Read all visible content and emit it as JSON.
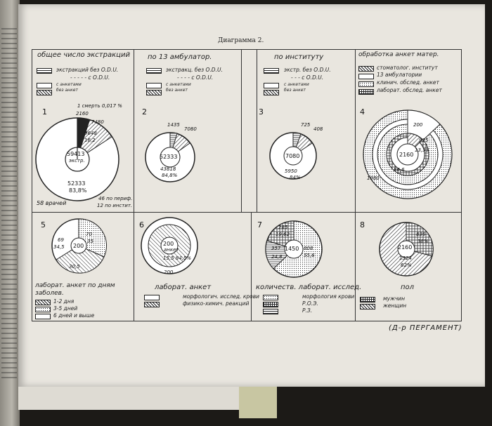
{
  "diagram_title": "Диаграмма 2.",
  "credit": "(Д-р ПЕРГАМЕНТ)",
  "panels_top": [
    {
      "title": "общее число экстракций",
      "legend": [
        "экстракций без О.D.U.",
        "- - - - - с О.D.U.",
        "с анкетами",
        "без анкет"
      ]
    },
    {
      "title": "по 13 амбулатор.",
      "legend": [
        "экстракц. без О.D.U.",
        "- - - - с О.D.U.",
        "с анкетами",
        "без анкет"
      ]
    },
    {
      "title": "по институту",
      "legend": [
        "экстр. без О.D.U.",
        "- - - с О.D.U.",
        "с анкетами",
        "без анкет"
      ]
    },
    {
      "title": "обработка анкет матер.",
      "legend": [
        "стоматолог. институт",
        "13 амбулатории",
        "клинич. обслед. анкет",
        "лаборат. обслед. анкет"
      ]
    }
  ],
  "panel_numbers": [
    "1",
    "2",
    "3",
    "4",
    "5",
    "6",
    "7",
    "8"
  ],
  "chart1": {
    "center": "59413",
    "center_sub": "экстр.",
    "bottom_val": "52333",
    "bottom_pct": "83,8%",
    "v2160": "2160",
    "v7480": "7480",
    "v9648": "9648",
    "v16": "16,2",
    "death": "1 смерть 0,017 %",
    "doctors": "58 врачей",
    "inst": "46 по периф.",
    "inst2": "12 по инстит."
  },
  "chart2": {
    "center": "52333",
    "v1435": "1435",
    "v7080": "7080",
    "bottom": "43818",
    "pct": "84,8%"
  },
  "chart3": {
    "center": "7080",
    "v725": "725",
    "v408": "408",
    "bottom": "5950",
    "pct": "84%"
  },
  "chart4": {
    "center": "2160",
    "v200": "200",
    "v925": "925",
    "v1980": "1980",
    "v13": "13,33",
    "v866": "86,6"
  },
  "panels_bottom": [
    {
      "title": "лаборат. анкет по дням заболев.",
      "legend": [
        "1-2 дня",
        "3-5 дней",
        "6 дней и выше"
      ]
    },
    {
      "title": "лаборат. анкет",
      "legend": [
        "морфологич. исслед. крови",
        "физико-химич. реакций"
      ]
    },
    {
      "title": "количеств. лаборат. исслед.",
      "legend": [
        "морфология крови",
        "Р.О.Э.",
        "Р.З."
      ]
    },
    {
      "title": "пол",
      "legend": [
        "мужчин",
        "женщин"
      ]
    }
  ],
  "chart5": {
    "center": "200",
    "v69": "69",
    "v345": "34,5",
    "v70": "70",
    "v35": "35",
    "v305": "30,5"
  },
  "chart6": {
    "center": "200",
    "center_sub": "анкет",
    "bottom": "200",
    "pcts": "15,5 84,5%"
  },
  "chart7": {
    "center": "1450",
    "v285": "285",
    "v1962": "19,62",
    "v357": "357",
    "v248": "24,8",
    "v808": "808",
    "v556": "55,6"
  },
  "chart8": {
    "center": "2160",
    "v836": "836",
    "v38": "38%",
    "v1324": "1324",
    "v62": "62%"
  }
}
